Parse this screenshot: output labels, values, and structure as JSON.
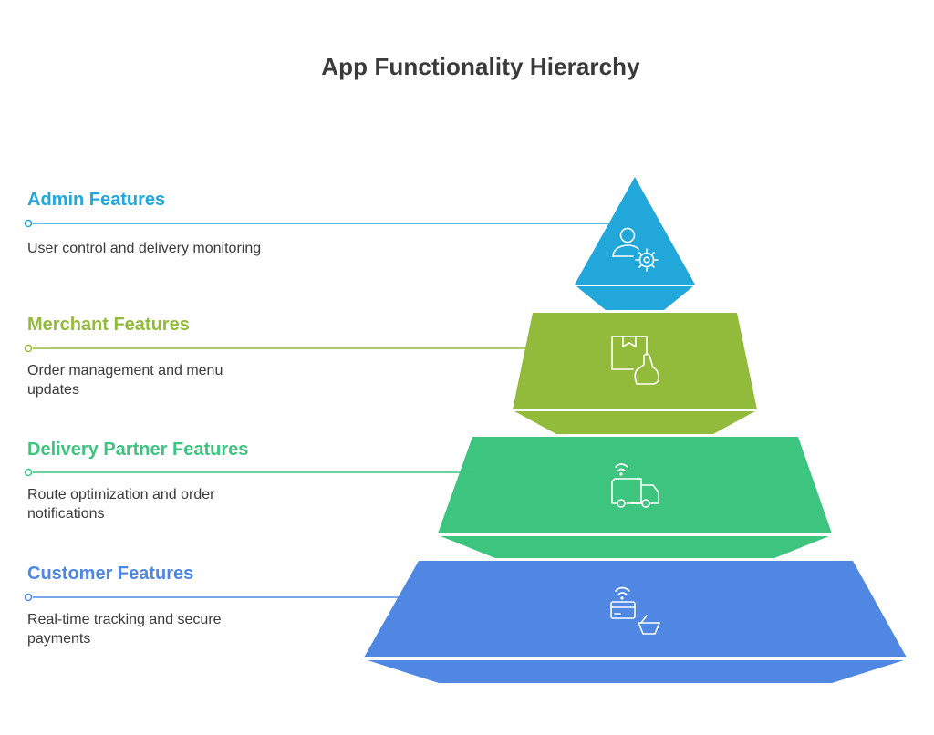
{
  "title": "App Functionality Hierarchy",
  "levels": [
    {
      "heading": "Admin Features",
      "description": "User control and delivery monitoring",
      "color": "#22a7db",
      "icon": "user-settings-icon"
    },
    {
      "heading": "Merchant Features",
      "description": "Order management and menu updates",
      "color": "#93bb3b",
      "icon": "package-hand-icon"
    },
    {
      "heading": "Delivery Partner Features",
      "description": "Route optimization and order notifications",
      "color": "#3dc47e",
      "icon": "delivery-truck-icon"
    },
    {
      "heading": "Customer Features",
      "description": "Real-time tracking and secure payments",
      "color": "#4f87e3",
      "icon": "card-basket-icon"
    }
  ]
}
